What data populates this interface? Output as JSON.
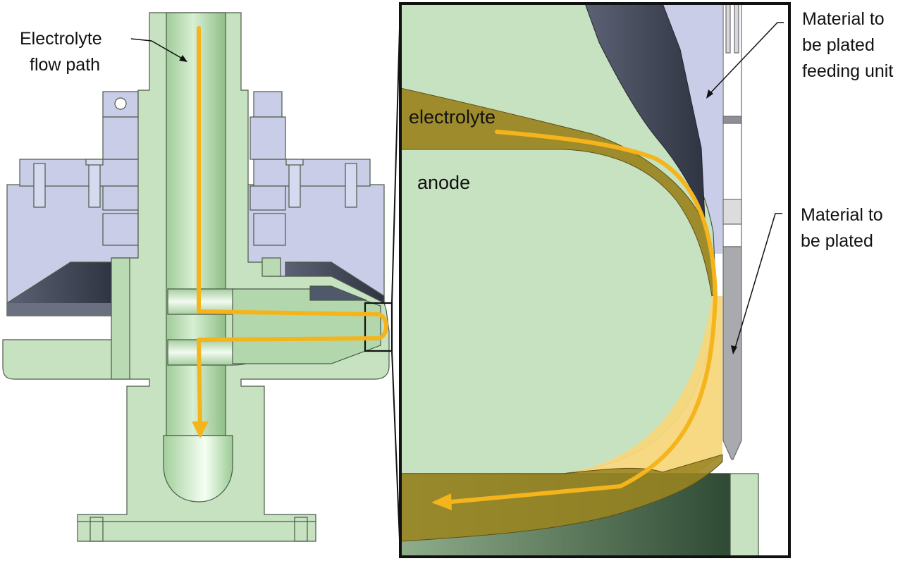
{
  "labels": {
    "flow_path_line1": "Electrolyte",
    "flow_path_line2": "flow path",
    "electrolyte": "electrolyte",
    "anode": "anode",
    "feeding_unit_line1": "Material to",
    "feeding_unit_line2": "be plated",
    "feeding_unit_line3": "feeding unit",
    "material_line1": "Material to",
    "material_line2": "be plated"
  },
  "colors": {
    "body_green": "#c6e2c0",
    "edge": "#4a5a48",
    "fixture_lavender": "#c9cde8",
    "dark_wedge": "#3f4556",
    "flow_arrow": "#f5b41c",
    "electrolyte_dark": "#9a8420",
    "electrolyte_light": "#f7d77c",
    "wire_gray": "#a9aaae"
  }
}
